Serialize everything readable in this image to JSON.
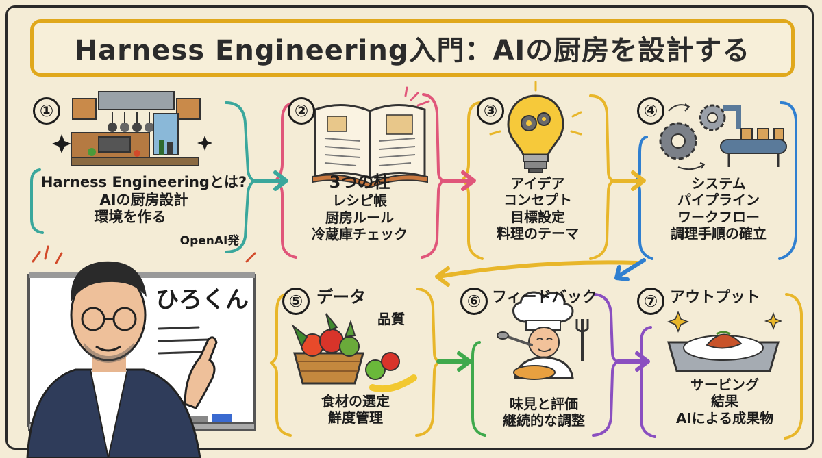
{
  "title": "Harness Engineering入門：AIの厨房を設計する",
  "steps": [
    {
      "number": "①",
      "lines": [
        "Harness Engineeringとは?",
        "AIの厨房設計",
        "環境を作る"
      ],
      "note": "OpenAI発"
    },
    {
      "number": "②",
      "heading": "3つの柱",
      "lines": [
        "レシピ帳",
        "厨房ルール",
        "冷蔵庫チェック"
      ]
    },
    {
      "number": "③",
      "lines": [
        "アイデア",
        "コンセプト",
        "目標設定",
        "料理のテーマ"
      ]
    },
    {
      "number": "④",
      "lines": [
        "システム",
        "パイプライン",
        "ワークフロー",
        "調理手順の確立"
      ]
    },
    {
      "number": "⑤",
      "heading": "データ",
      "subheading": "品質",
      "lines": [
        "食材の選定",
        "鮮度管理"
      ]
    },
    {
      "number": "⑥",
      "heading": "フィードバック",
      "lines": [
        "味見と評価",
        "継続的な調整"
      ]
    },
    {
      "number": "⑦",
      "heading": "アウトプット",
      "lines": [
        "サービング",
        "結果",
        "AIによる成果物"
      ]
    }
  ],
  "presenter": {
    "name": "ひろくん"
  },
  "colors": {
    "title_border": "#e0a81c",
    "bracket1": "#3aa79c",
    "bracket2": "#e0567a",
    "bracket3": "#e8b62a",
    "bracket4": "#2f7fd0",
    "bracket5": "#e8b62a",
    "bracket6": "#3fa94c",
    "bracket7": "#8a4fc0"
  },
  "icons": [
    "kitchen-icon",
    "recipe-book-icon",
    "lightbulb-icon",
    "gears-conveyor-icon",
    "vegetable-basket-icon",
    "chef-icon",
    "plated-dish-icon",
    "presenter-icon",
    "whiteboard-icon"
  ]
}
